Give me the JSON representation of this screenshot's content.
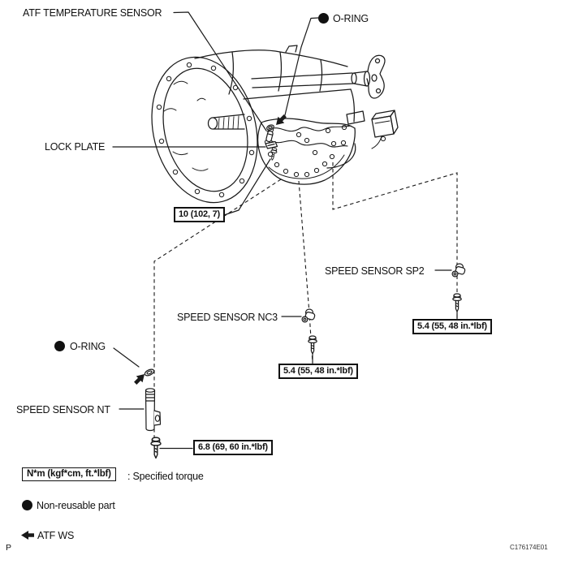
{
  "page": {
    "marker": "P",
    "figure_code": "C176174E01"
  },
  "colors": {
    "line": "#1a1a1a",
    "background": "#ffffff"
  },
  "callouts": {
    "atf_temperature_sensor": "ATF TEMPERATURE SENSOR",
    "o_ring_top": "O-RING",
    "lock_plate": "LOCK PLATE",
    "speed_sensor_sp2": "SPEED SENSOR SP2",
    "speed_sensor_nc3": "SPEED SENSOR NC3",
    "o_ring_left": "O-RING",
    "speed_sensor_nt": "SPEED SENSOR NT"
  },
  "torque_specs": {
    "lock_plate_bolt": "10 (102, 7)",
    "nc3_bolt": "5.4 (55, 48 in.*lbf)",
    "sp2_bolt": "5.4 (55, 48 in.*lbf)",
    "nt_bolt": "6.8 (69, 60 in.*lbf)"
  },
  "legend": {
    "torque_unit_box": "N*m (kgf*cm, ft.*lbf)",
    "torque_meaning": ": Specified torque",
    "non_reusable_part": "Non-reusable part",
    "atf_note": "ATF WS"
  },
  "icons": {
    "non_reusable_marker": "filled-circle",
    "atf_apply_marker": "solid-left-arrow"
  }
}
